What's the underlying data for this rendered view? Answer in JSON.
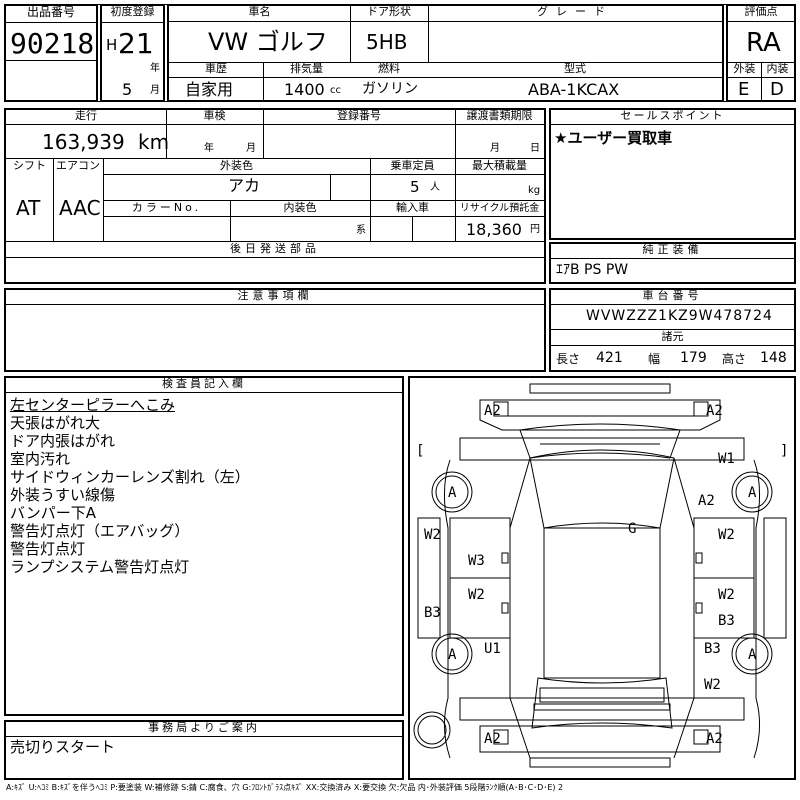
{
  "header": {
    "lot_no_label": "出品番号",
    "lot_no": "90218",
    "first_reg_label": "初度登録",
    "era": "H",
    "year": "21",
    "year_unit": "年",
    "month": "5",
    "month_unit": "月",
    "car_name_label": "車名",
    "car_name": "VW ゴルフ",
    "door_type_label": "ドア形状",
    "door_type": "5HB",
    "grade_label": "グレード",
    "grade": "",
    "score_label": "評価点",
    "score": "RA",
    "history_label": "車歴",
    "history": "自家用",
    "displacement_label": "排気量",
    "displacement": "1400",
    "displacement_unit": "cc",
    "fuel_label": "燃料",
    "fuel": "ガソリン",
    "model_code_label": "型式",
    "model_code": "ABA-1KCAX",
    "exterior_grade_label": "外装",
    "exterior_grade": "E",
    "interior_grade_label": "内装",
    "interior_grade": "D"
  },
  "row2": {
    "mileage_label": "走行",
    "mileage": "163,939",
    "mileage_unit": "km",
    "inspection_label": "車検",
    "inspection_year_unit": "年",
    "inspection_month_unit": "月",
    "reg_no_label": "登録番号",
    "transfer_label": "譲渡書類期限",
    "transfer_month_unit": "月",
    "transfer_day_unit": "日",
    "sales_point_label": "セールスポイント",
    "sales_point": "★ユーザー買取車"
  },
  "row3": {
    "shift_label": "シフト",
    "shift": "AT",
    "aircon_label": "エアコン",
    "aircon": "AAC",
    "ext_color_label": "外装色",
    "ext_color": "アカ",
    "capacity_label": "乗車定員",
    "capacity": "5",
    "capacity_unit": "人",
    "max_load_label": "最大積載量",
    "max_load_unit": "kg",
    "color_no_label": "カラーNo.",
    "int_color_label": "内装色",
    "int_color_suffix": "系",
    "import_label": "輸入車",
    "recycle_label": "リサイクル預託金",
    "recycle": "18,360",
    "recycle_unit": "円"
  },
  "parts": {
    "later_parts_label": "後日発送部品",
    "genuine_equipment_label": "純正装備",
    "genuine_equipment": "ｴｱB PS PW",
    "notes_label": "注意事項欄",
    "chassis_no_label": "車台番号",
    "chassis_no": "WVWZZZ1KZ9W478724",
    "dims_label": "諸元",
    "length_label": "長さ",
    "length": "421",
    "width_label": "幅",
    "width": "179",
    "height_label": "高さ",
    "height": "148"
  },
  "inspector": {
    "label": "検査員記入欄",
    "remarks": [
      "左センターピラーへこみ",
      "天張はがれ大",
      "ドア内張はがれ",
      "室内汚れ",
      "サイドウィンカーレンズ割れ（左）",
      "外装うすい線傷",
      "バンパー下A",
      "警告灯点灯（エアバッグ）",
      "警告灯点灯",
      "ランプシステム警告灯点灯"
    ]
  },
  "office": {
    "label": "事務局よりご案内",
    "message": "売切りスタート"
  },
  "diagram": {
    "marks": {
      "front_left_corner": "A2",
      "front_right_corner": "A2",
      "front_right_fender": "W1",
      "front_left_tire": "A",
      "front_right_tire": "A",
      "right_front_fender_area": "A2",
      "roof": "G",
      "left_front_door": "W2",
      "right_front_door": "W2",
      "left_center": "W3",
      "left_rear_door": "W2",
      "right_rear_door": "W2",
      "left_rear_quarter": "B3",
      "right_rear_quarter": "B3",
      "rear_left_tire": "A",
      "rear_right_tire": "A",
      "rear_left_fender": "U1",
      "right_rear_fender": "B3",
      "right_rear_lower": "W2",
      "rear_left_corner": "A2",
      "rear_right_corner": "A2",
      "left_mirror_bracket": "[",
      "right_mirror_bracket": "]"
    }
  },
  "footer": {
    "legend": "A:ｷｽﾞ U:ﾍｺﾐ B:ｷｽﾞを伴うﾍｺﾐ P:要塗装 W:補修跡 S:錆 C:腐食、穴 G:ﾌﾛﾝﾄｶﾞﾗｽ点ｷｽﾞ XX:交換済み X:要交換 欠:欠品 内･外装評価 5段階ﾗﾝｸ順(A･B･C･D･E) 2"
  }
}
